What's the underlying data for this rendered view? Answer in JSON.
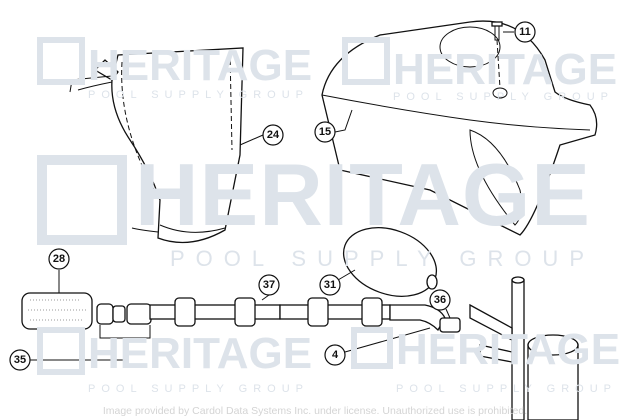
{
  "watermark": {
    "brand": "HERITAGE",
    "tagline": "POOL SUPPLY GROUP"
  },
  "callouts": [
    {
      "id": "11"
    },
    {
      "id": "24"
    },
    {
      "id": "15"
    },
    {
      "id": "31"
    },
    {
      "id": "28"
    },
    {
      "id": "37"
    },
    {
      "id": "35"
    },
    {
      "id": "4"
    },
    {
      "id": "36"
    }
  ],
  "footer": {
    "credit": "Image provided by Cardol Data Systems Inc. under license. Unauthorized use is prohibited."
  }
}
